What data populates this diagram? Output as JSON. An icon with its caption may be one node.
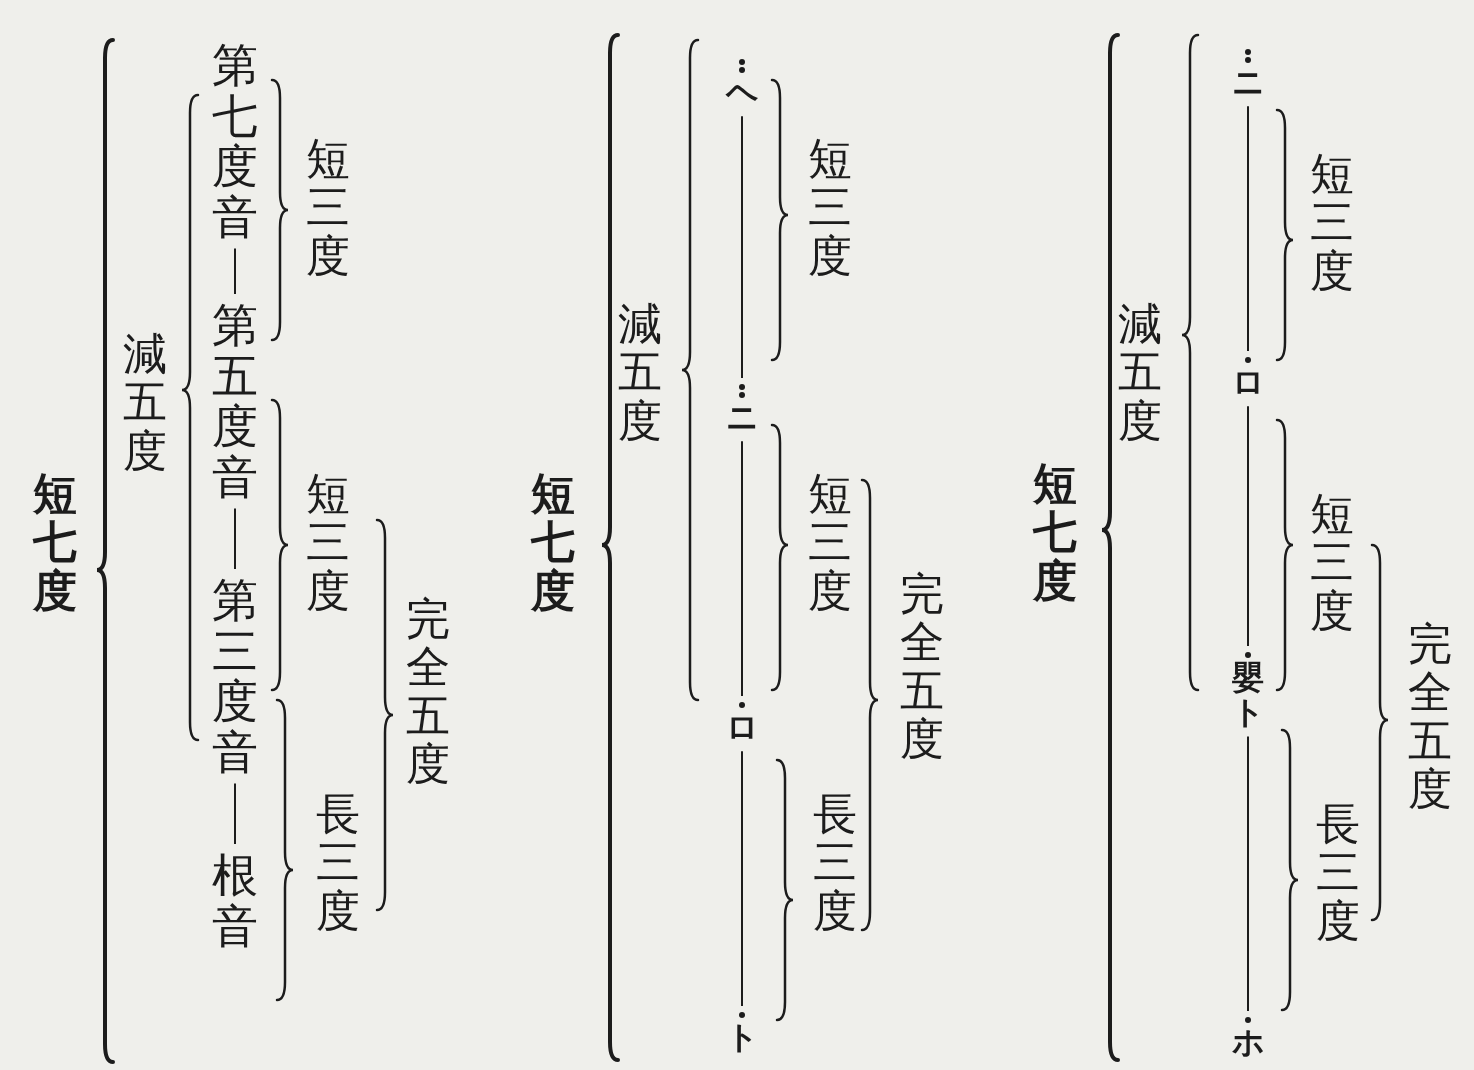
{
  "diagram": {
    "nodes": [
      {
        "text": [
          "第七度音"
        ]
      },
      {
        "text": [
          "第五度音"
        ]
      },
      {
        "text": [
          "第三度音"
        ]
      },
      {
        "text": [
          "根音"
        ]
      },
      {
        "text": [
          "ヘ"
        ]
      },
      {
        "text": [
          "ニ"
        ]
      },
      {
        "text": [
          "ロ"
        ]
      },
      {
        "text": [
          "ト"
        ]
      },
      {
        "text": [
          "ニ"
        ]
      },
      {
        "text": [
          "ロ"
        ]
      },
      {
        "text": [
          "嬰ト"
        ]
      },
      {
        "text": [
          "ホ"
        ]
      }
    ],
    "edges": [
      {
        "from": 0,
        "to": 1,
        "arrow": "none"
      },
      {
        "from": 1,
        "to": 2,
        "arrow": "none"
      },
      {
        "from": 2,
        "to": 3,
        "arrow": "none"
      },
      {
        "from": 4,
        "to": 5,
        "arrow": "none"
      },
      {
        "from": 5,
        "to": 6,
        "arrow": "none"
      },
      {
        "from": 6,
        "to": 7,
        "arrow": "none"
      },
      {
        "from": 8,
        "to": 9,
        "arrow": "none"
      },
      {
        "from": 9,
        "to": 10,
        "arrow": "none"
      },
      {
        "from": 10,
        "to": 11,
        "arrow": "none"
      }
    ],
    "labels": [
      "短七度",
      "減五度",
      "短三度",
      "短三度",
      "長三度",
      "完全五度",
      "短七度",
      "減五度",
      "短三度",
      "短三度",
      "長三度",
      "完全五度",
      "短七度",
      "減五度",
      "短三度",
      "短三度",
      "長三度",
      "完全五度"
    ]
  }
}
